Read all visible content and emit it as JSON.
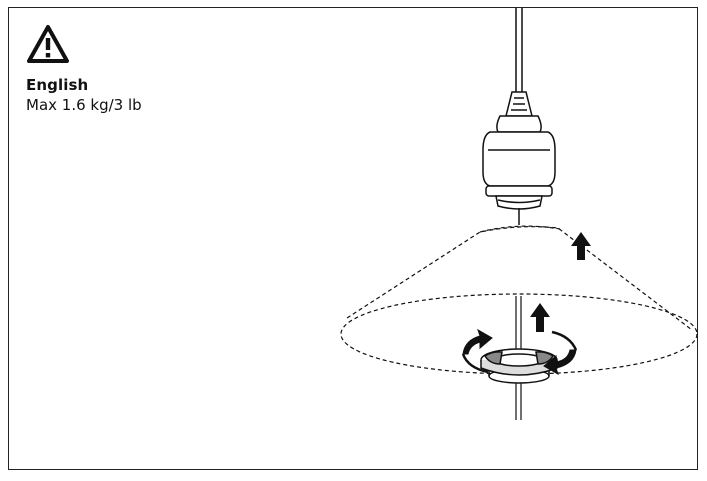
{
  "warning": {
    "icon": "warning-triangle-icon"
  },
  "language": "English",
  "max_load": "Max 1.6 kg/3 lb",
  "illustration": {
    "subject": "pendant-lamp-shade-assembly",
    "icons": [
      "lamp-socket-icon",
      "lamp-shade-outline",
      "shade-ring-icon",
      "up-arrow-icon",
      "rotate-arrow-icon"
    ]
  }
}
